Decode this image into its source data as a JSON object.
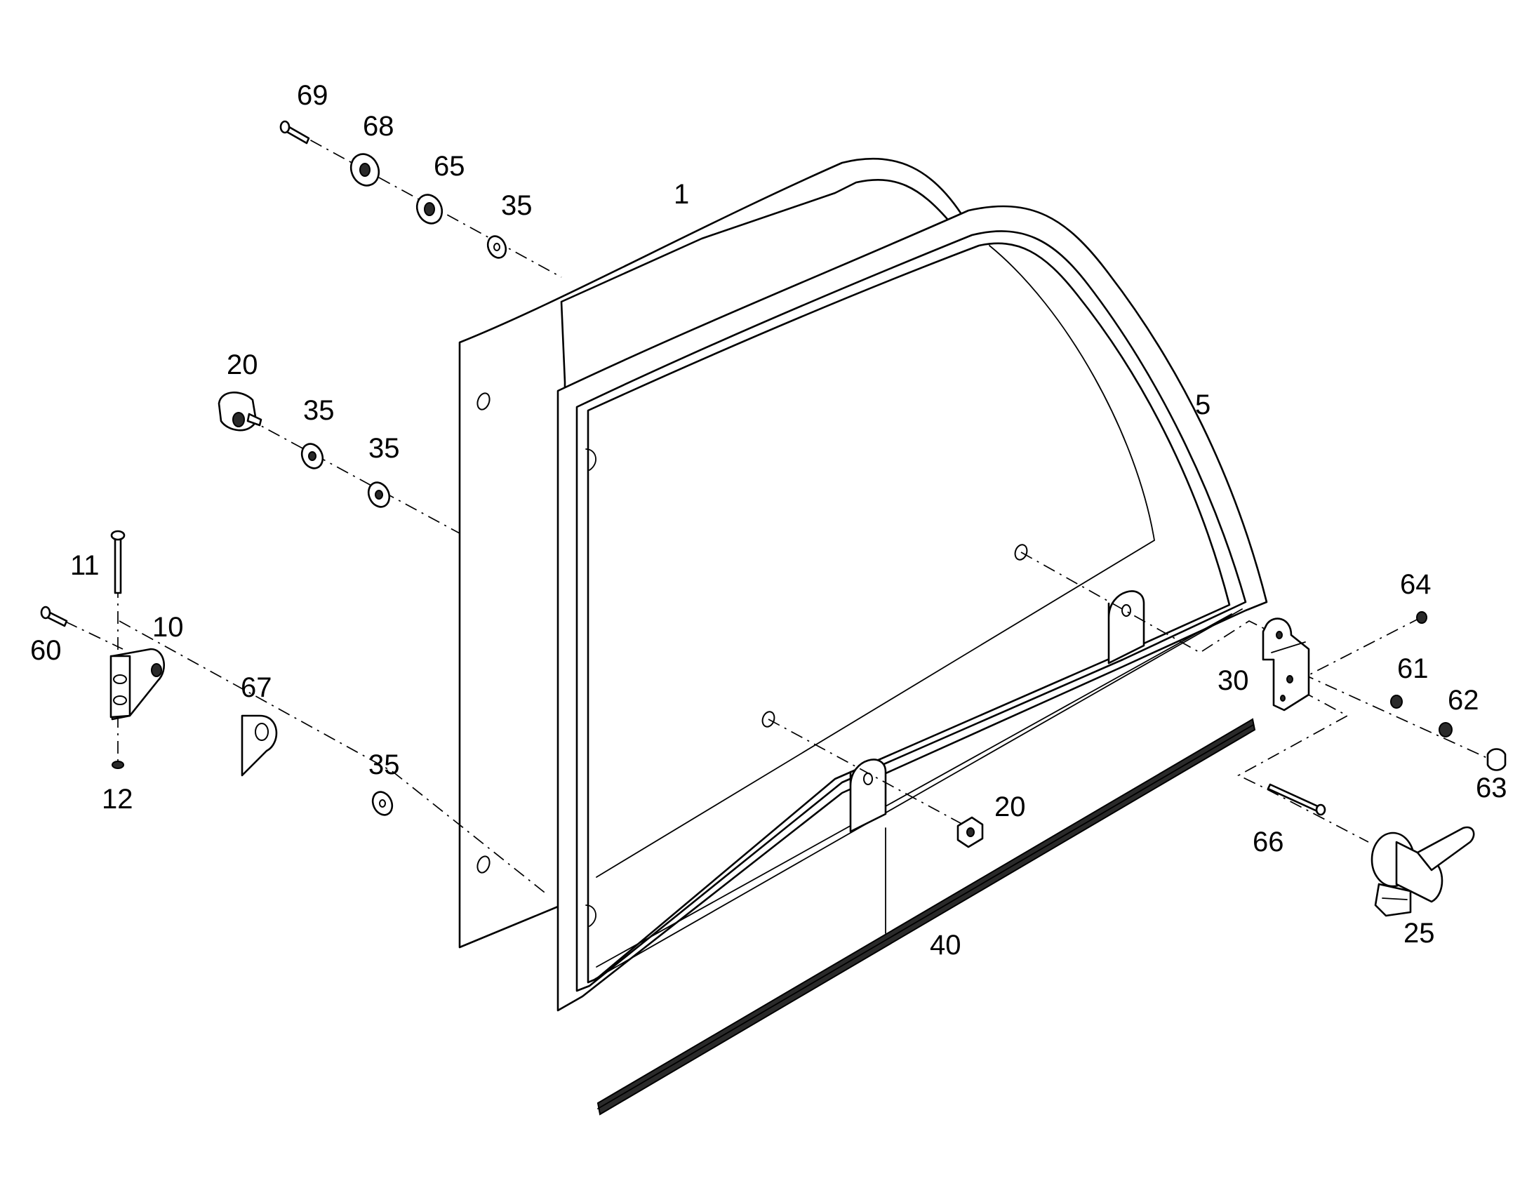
{
  "labels": {
    "l69": "69",
    "l68": "68",
    "l65": "65",
    "l35a": "35",
    "l1": "1",
    "l20a": "20",
    "l35b": "35",
    "l35c": "35",
    "l5": "5",
    "l11": "11",
    "l60": "60",
    "l10": "10",
    "l67": "67",
    "l12": "12",
    "l35d": "35",
    "l20b": "20",
    "l40": "40",
    "l64": "64",
    "l30": "30",
    "l61": "61",
    "l62": "62",
    "l63": "63",
    "l66": "66",
    "l25": "25"
  }
}
